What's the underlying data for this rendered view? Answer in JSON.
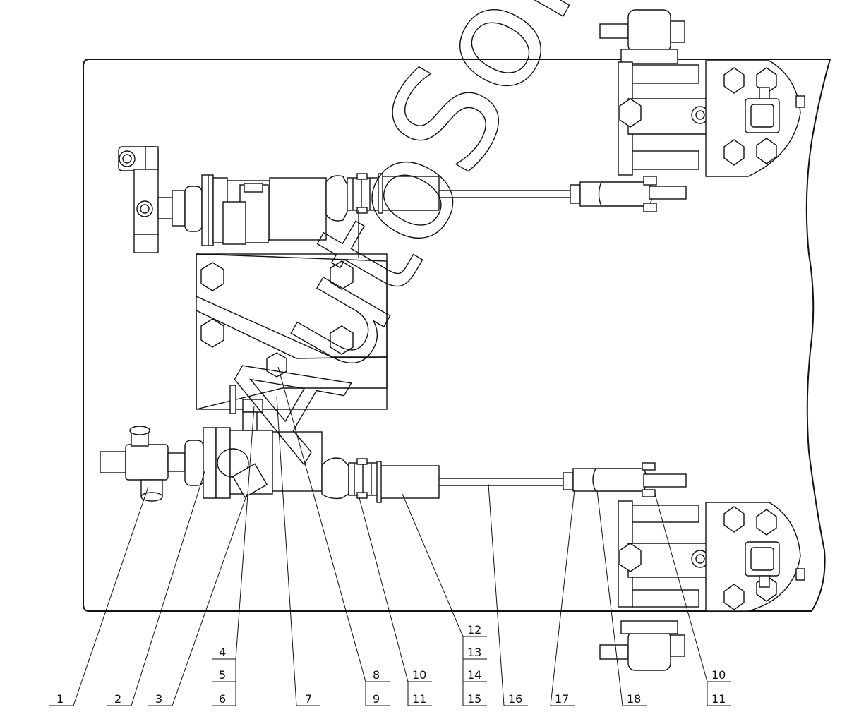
{
  "watermark": "AutoSoft",
  "callouts": {
    "c1": "1",
    "c2": "2",
    "c3": "3",
    "c4": "4",
    "c5": "5",
    "c6": "6",
    "c7": "7",
    "c8": "8",
    "c9": "9",
    "c10a": "10",
    "c11a": "11",
    "c12": "12",
    "c13": "13",
    "c14": "14",
    "c15": "15",
    "c16": "16",
    "c17": "17",
    "c18": "18",
    "c10b": "10",
    "c11b": "11"
  }
}
